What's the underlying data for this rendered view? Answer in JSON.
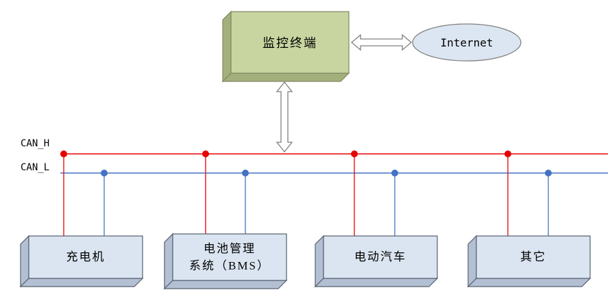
{
  "diagram": {
    "terminal": {
      "label": "监控终端",
      "fill": "#c8d5a0"
    },
    "internet": {
      "label": "Internet",
      "fill": "#dce6f2"
    },
    "bus": {
      "can_h": {
        "label": "CAN_H",
        "color": "#e60000"
      },
      "can_l": {
        "label": "CAN_L",
        "color": "#4472c4"
      }
    },
    "nodes": [
      {
        "lines": [
          "充电机"
        ]
      },
      {
        "lines": [
          "电池管理",
          "系统（BMS）"
        ]
      },
      {
        "lines": [
          "电动汽车"
        ]
      },
      {
        "lines": [
          "其它"
        ]
      }
    ],
    "node_fill": "#dbe5f1"
  }
}
